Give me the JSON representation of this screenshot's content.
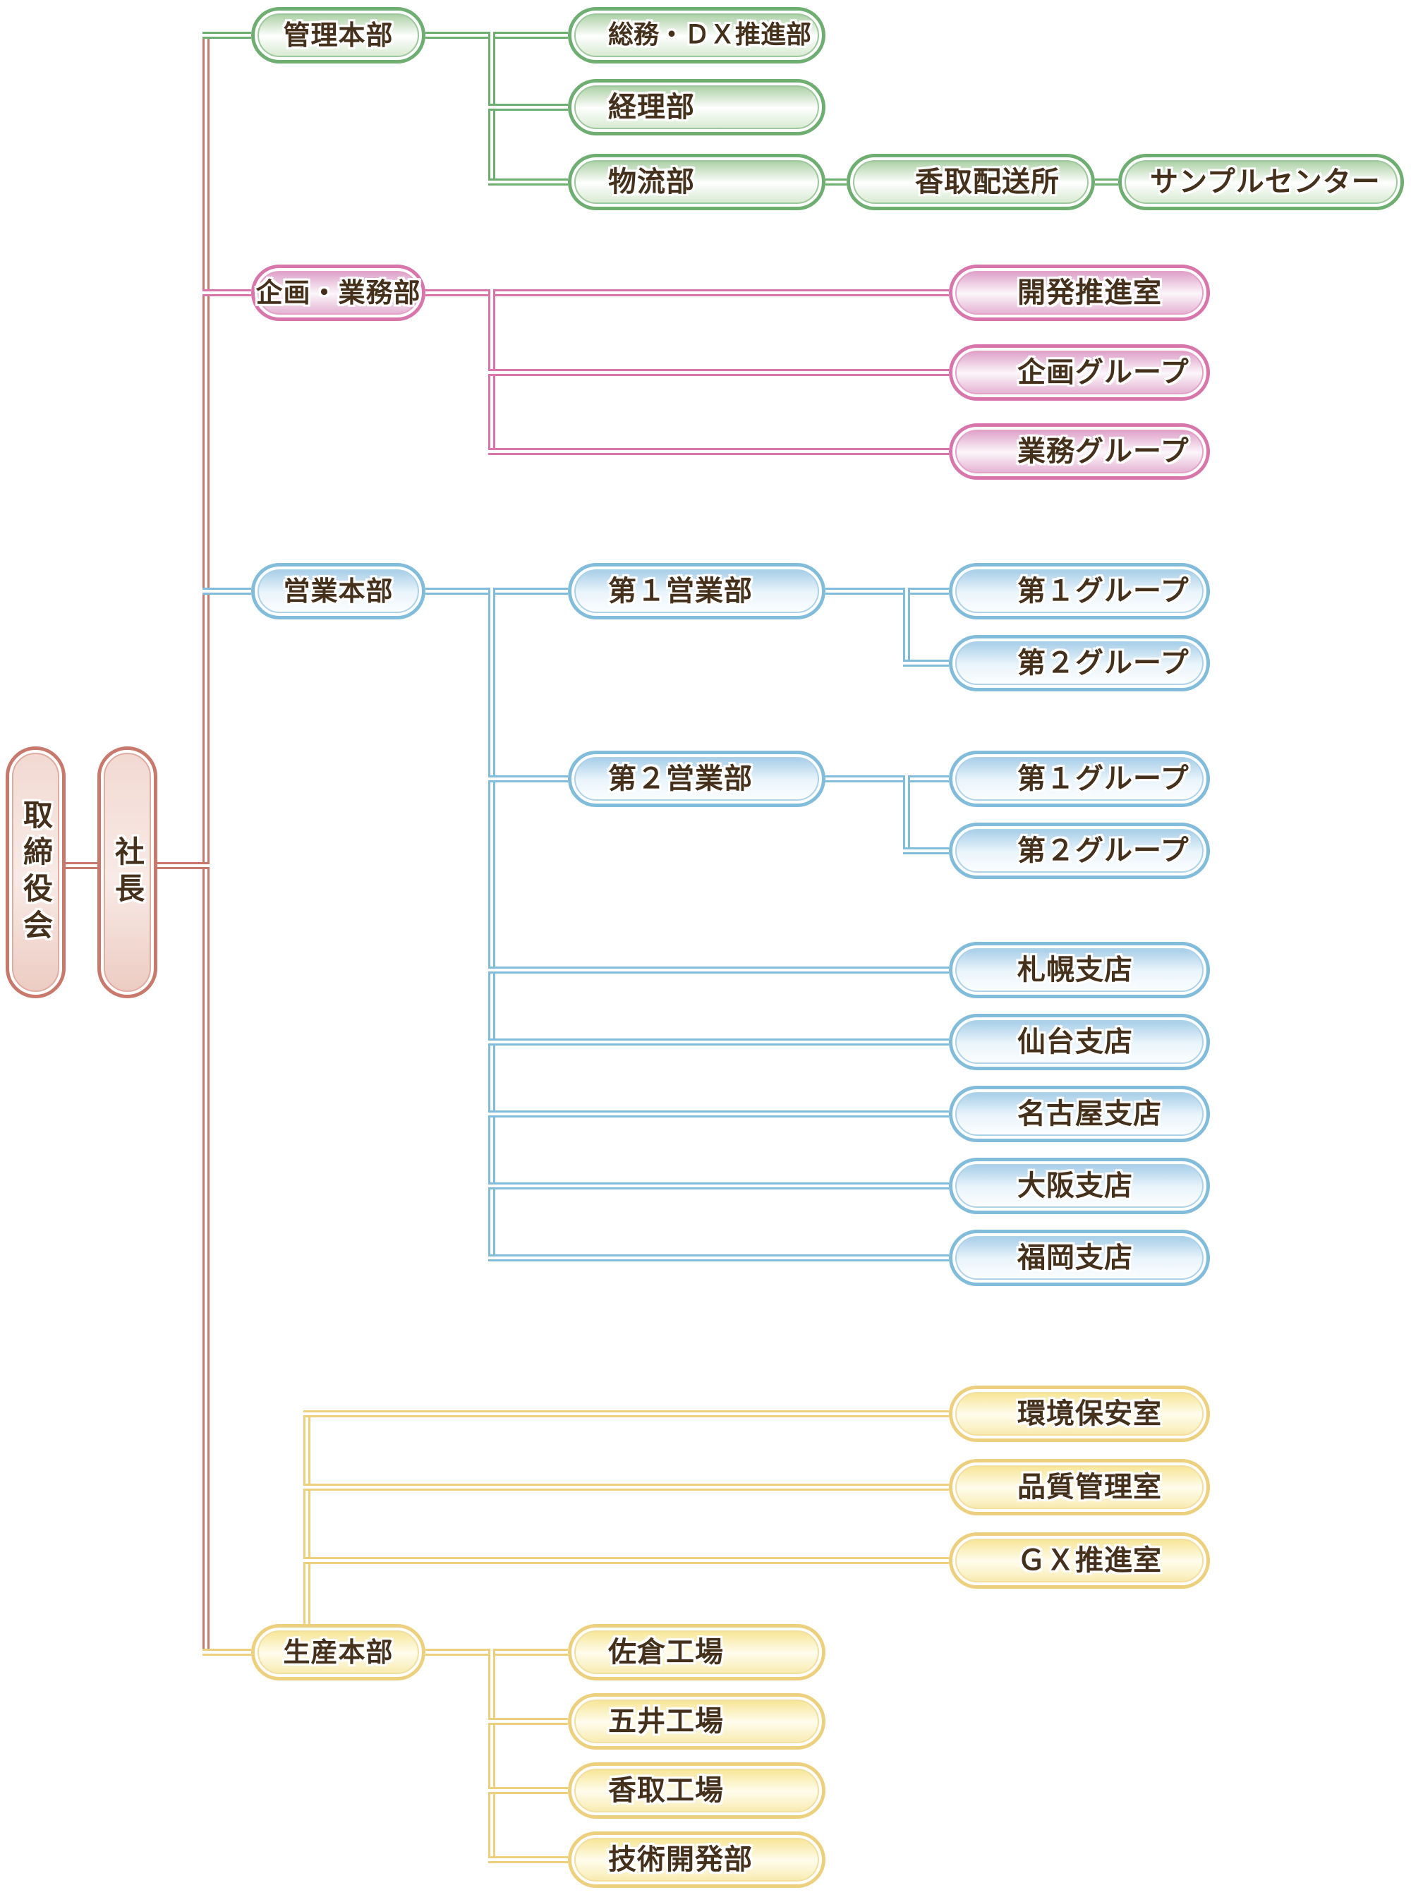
{
  "text_color": "#45301c",
  "palette": {
    "red": {
      "border": "#c8796b",
      "inner": "#dfada2",
      "top": "#f2d9d2",
      "mid": "#f8eae6",
      "bottom": "#ecccc3",
      "line": "#c8796b"
    },
    "green": {
      "border": "#6fae71",
      "inner": "#9fc89e",
      "top": "#aed2a7",
      "mid": "#fefefe",
      "bottom": "#d8ebd2",
      "line": "#6fae71"
    },
    "pink": {
      "border": "#d876ab",
      "inner": "#e3a3c9",
      "top": "#dfa3ca",
      "mid": "#fcf6fa",
      "bottom": "#e5b4d4",
      "line": "#d876ab"
    },
    "blue": {
      "border": "#82bcdb",
      "inner": "#aed2e8",
      "top": "#a9cfe9",
      "mid": "#e9f4fb",
      "bottom": "#fbfdfe",
      "line": "#82bcdb"
    },
    "yellow": {
      "border": "#edd07e",
      "inner": "#f2dfa2",
      "top": "#f7e699",
      "mid": "#fffced",
      "bottom": "#f8ecb2",
      "line": "#edd07e"
    }
  },
  "org": {
    "board": {
      "label": "取締役会"
    },
    "president": {
      "label": "社長"
    },
    "divisions": [
      {
        "label": "管理本部",
        "children": [
          {
            "label": "総務・ＤＸ推進部"
          },
          {
            "label": "経理部"
          },
          {
            "label": "物流部",
            "children": [
              {
                "label": "香取配送所",
                "children": [
                  {
                    "label": "サンプルセンター"
                  }
                ]
              }
            ]
          }
        ]
      },
      {
        "label": "企画・業務部",
        "children": [
          {
            "label": "開発推進室"
          },
          {
            "label": "企画グループ"
          },
          {
            "label": "業務グループ"
          }
        ]
      },
      {
        "label": "営業本部",
        "children": [
          {
            "label": "第１営業部",
            "children": [
              {
                "label": "第１グループ"
              },
              {
                "label": "第２グループ"
              }
            ]
          },
          {
            "label": "第２営業部",
            "children": [
              {
                "label": "第１グループ"
              },
              {
                "label": "第２グループ"
              }
            ]
          },
          {
            "label": "札幌支店"
          },
          {
            "label": "仙台支店"
          },
          {
            "label": "名古屋支店"
          },
          {
            "label": "大阪支店"
          },
          {
            "label": "福岡支店"
          }
        ]
      },
      {
        "label": "生産本部",
        "staff_rooms": [
          {
            "label": "環境保安室"
          },
          {
            "label": "品質管理室"
          },
          {
            "label": "ＧＸ推進室"
          }
        ],
        "children": [
          {
            "label": "佐倉工場"
          },
          {
            "label": "五井工場"
          },
          {
            "label": "香取工場"
          },
          {
            "label": "技術開発部"
          }
        ]
      }
    ]
  }
}
